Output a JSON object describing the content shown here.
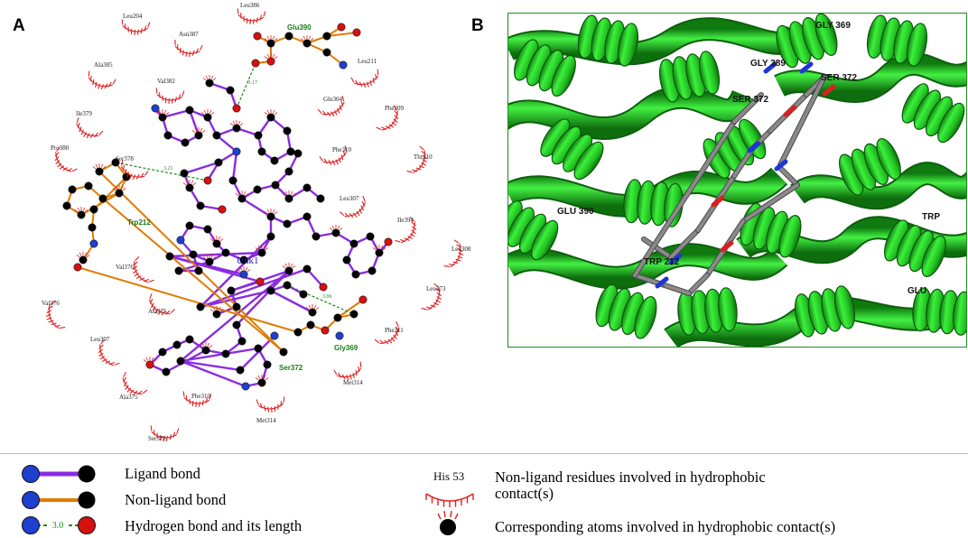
{
  "panels": {
    "a_letter": "A",
    "b_letter": "B"
  },
  "panel_a": {
    "ligand_name": "Unk1",
    "hbond_residues": [
      "Glu390",
      "Trp212",
      "Gly369",
      "Ser372"
    ],
    "hbond_lengths": [
      "3.17",
      "3.21",
      "3.06"
    ],
    "hydrophobic_residues": [
      "Leu204",
      "Leu386",
      "Asn387",
      "Ala385",
      "Val382",
      "Leu211",
      "Gln304",
      "Ile379",
      "Phe209",
      "Pro380",
      "Ser378",
      "Phe310",
      "Thr210",
      "Leu307",
      "Ile394",
      "Leu308",
      "Val376",
      "Leu373",
      "Val376",
      "Ala375",
      "Phe311",
      "Leu307",
      "Met314",
      "Ala375",
      "Phe310",
      "Met314",
      "Ser372"
    ]
  },
  "panel_b": {
    "labels": [
      "GLY 369",
      "SER 372",
      "GLY 389",
      "SER 372",
      "GLU 390",
      "TRP 212",
      "TRP",
      "GLU"
    ]
  },
  "legend": {
    "ligand_bond": "Ligand bond",
    "non_ligand_bond": "Non-ligand bond",
    "hbond": "Hydrogen bond and its length",
    "hbond_length": "3.0",
    "residue_example": "His 53",
    "non_ligand_residues_line1": "Non-ligand residues involved in hydrophobic",
    "non_ligand_residues_line2": "contact(s)",
    "corresponding_atoms": "Corresponding atoms involved in hydrophobic contact(s)"
  },
  "colors": {
    "ligand_bond": "#8a2be2",
    "non_ligand_bond": "#e07b00",
    "hbond": "#1a8a1a",
    "hydrophobic": "#e02020",
    "atom_c": "#000000",
    "atom_n": "#1f3fcf",
    "atom_o": "#d81010",
    "protein": "#2dd12d"
  }
}
